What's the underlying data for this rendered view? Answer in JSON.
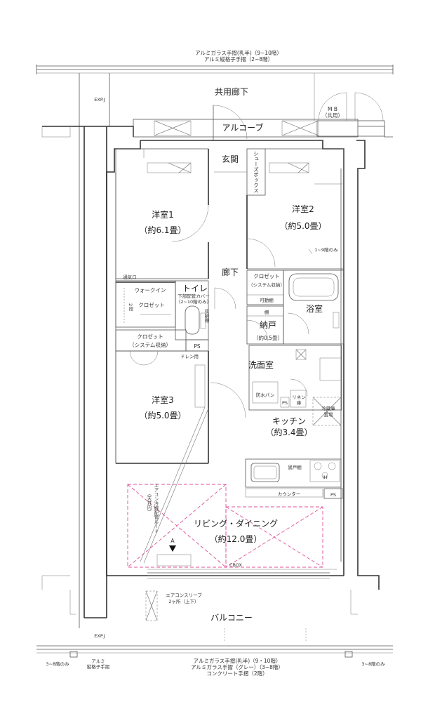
{
  "labels": {
    "top_rail_1": "アルミガラス手摺(乳半)（9~10階）",
    "top_rail_2": "アルミ縦格子手摺（2~8階）",
    "corridor": "共用廊下",
    "alcove": "アルコーブ",
    "mb_1": "M B",
    "mb_2": "（共用）",
    "expj_top": "EXP.J",
    "expj_bottom": "EXP.J",
    "entrance": "玄関",
    "shoe_box": "シューズボックス",
    "room1_name": "洋室1",
    "room1_size": "（約6.1畳）",
    "room2_name": "洋室2",
    "room2_size": "（約5.0畳）",
    "room2_note": "1~9階のみ",
    "hallway": "廊下",
    "vent": "通気口",
    "walkin_1": "ウォークイン",
    "walkin_2": "クロゼット",
    "walkin_step": "2段",
    "toilet": "トイレ",
    "toilet_note_1": "下部配管カバー",
    "toilet_note_2": "（2~10階のみ）",
    "toilet_shelf": "収納棚",
    "closet_sys_1": "クロゼット",
    "closet_sys_2": "（システム収納）",
    "ps_1": "PS",
    "closet2_1": "クロゼット",
    "closet2_2": "（システム収納）",
    "movable_shelf": "可動棚",
    "shelf": "棚",
    "storage_name": "納戸",
    "storage_size": "（約0.5畳）",
    "bath": "浴室",
    "drain": "ドレン用",
    "washroom": "洗面室",
    "waterproof_pan": "防水パン",
    "ps_2": "PS",
    "linen_1": "リネン",
    "linen_2": "庫",
    "fridge_1": "冷蔵庫",
    "fridge_2": "置場",
    "room3_name": "洋室3",
    "room3_size": "（約5.0畳）",
    "kitchen_name": "キッチン",
    "kitchen_size": "（約3.4畳）",
    "stove": "IH",
    "black_counter": "黒戸棚",
    "counter": "カウンター",
    "ps_3": "PS",
    "aircon_1": "エアコン冷媒配管ルート",
    "aircon_2": "（天井内）",
    "living_name": "リビング・ダイニング",
    "living_size": "（約12.0畳）",
    "marker_a": "A",
    "cbox": "CBOX",
    "sleeve_1": "エアコンスリーブ",
    "sleeve_2": "2ヶ所（上下）",
    "balcony": "バルコニー",
    "floors_left": "3~8階のみ",
    "alumi_left_1": "アルミ",
    "alumi_left_2": "縦格子手摺",
    "bottom_rail_1": "アルミガラス手摺(乳半)（9・10階）",
    "bottom_rail_2": "アルミガラス手摺（グレー）（3~8階）",
    "bottom_rail_3": "コンクリート手摺（2階）",
    "floors_right": "3~8階のみ"
  }
}
